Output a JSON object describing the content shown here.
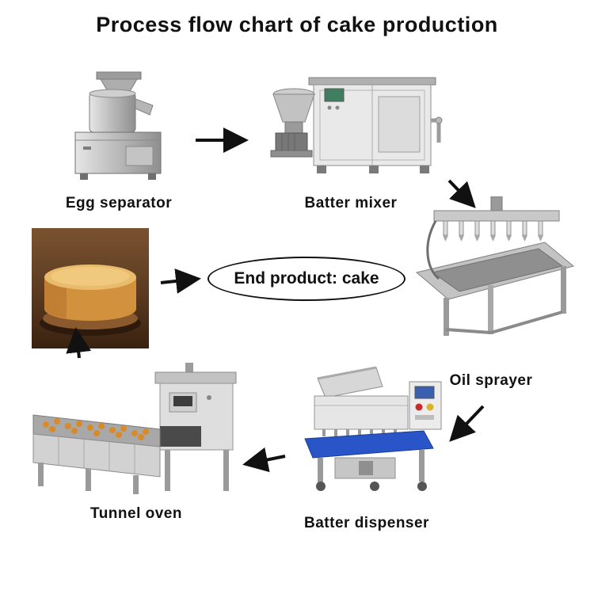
{
  "title": "Process flow chart of cake production",
  "nodes": {
    "egg_separator": {
      "label": "Egg separator"
    },
    "batter_mixer": {
      "label": "Batter mixer"
    },
    "oil_sprayer": {
      "label": "Oil sprayer"
    },
    "batter_dispenser": {
      "label": "Batter dispenser"
    },
    "tunnel_oven": {
      "label": "Tunnel oven"
    },
    "end_product": {
      "label": "End product: cake"
    }
  },
  "flow_order": [
    "Egg separator",
    "Batter mixer",
    "Oil sprayer",
    "Batter dispenser",
    "Tunnel oven",
    "End product: cake"
  ],
  "palette": {
    "text": "#111111",
    "arrow": "#111111",
    "machine_gray": "#c9c9c9",
    "conveyor_blue": "#2a55c8",
    "cake_gold": "#d2913d",
    "cake_background_brown": "#5a3a20",
    "background": "#ffffff"
  }
}
